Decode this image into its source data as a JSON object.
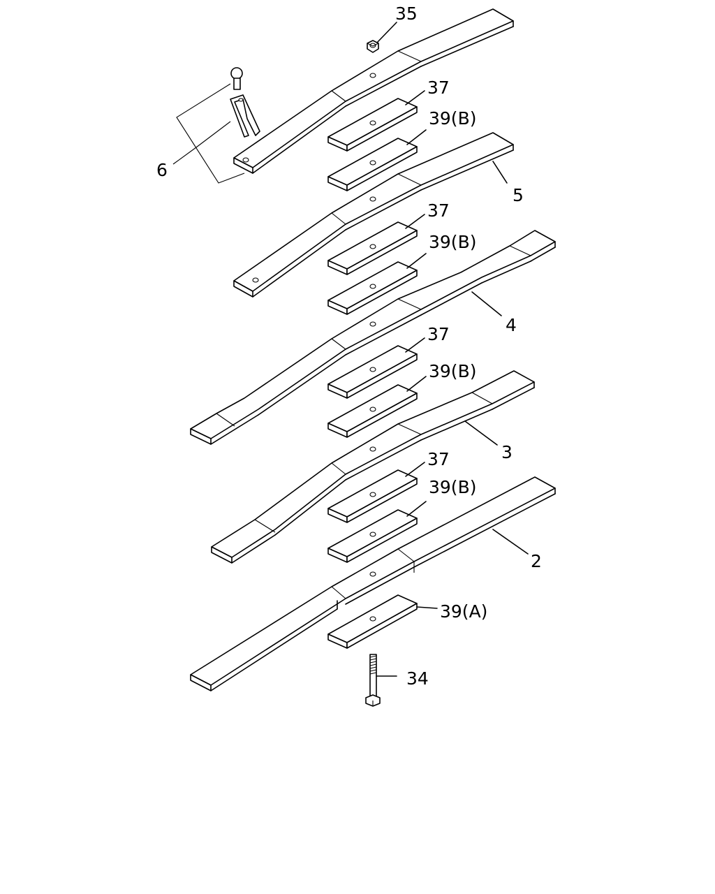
{
  "diagram": {
    "callouts": {
      "item_35": "35",
      "item_6": "6",
      "item_5": "5",
      "item_4": "4",
      "item_3": "3",
      "item_2": "2",
      "item_34": "34",
      "item_37_1": "37",
      "item_37_2": "37",
      "item_37_3": "37",
      "item_37_4": "37",
      "item_39b_1": "39(B)",
      "item_39b_2": "39(B)",
      "item_39b_3": "39(B)",
      "item_39b_4": "39(B)",
      "item_39a": "39(A)"
    },
    "line_color": "#000000",
    "background": "#ffffff"
  }
}
